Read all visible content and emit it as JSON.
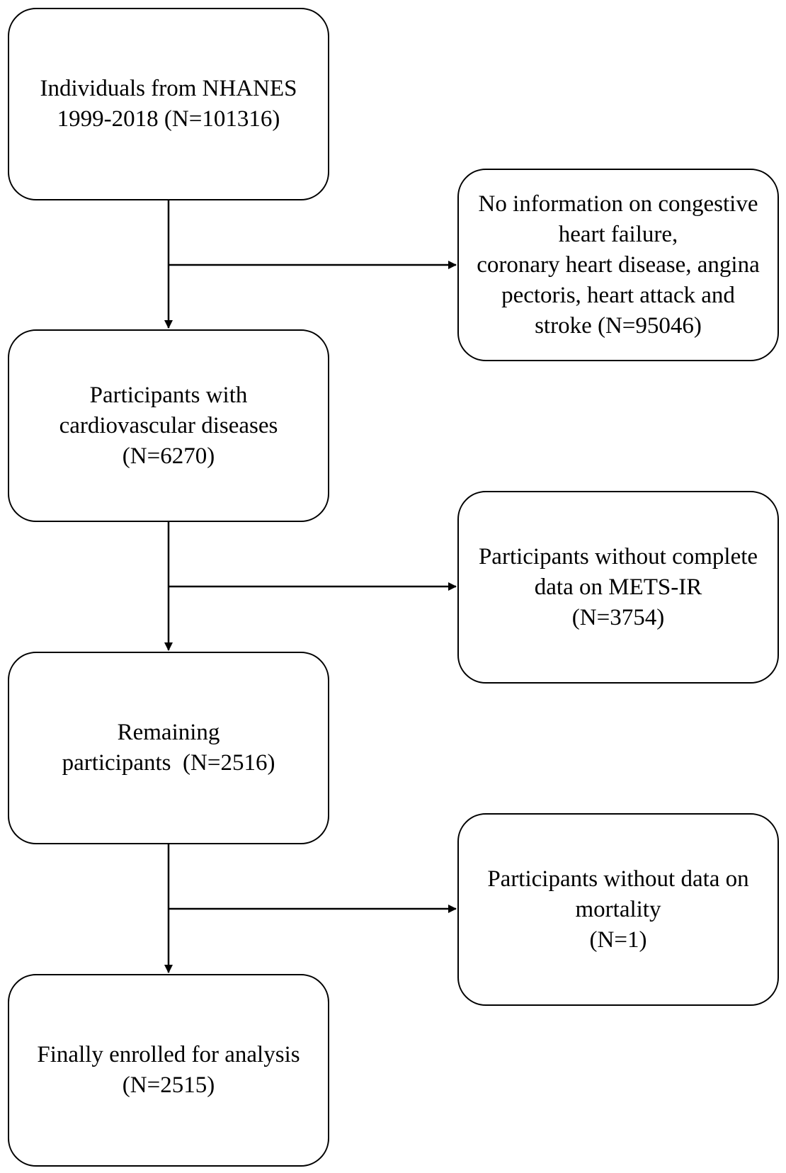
{
  "flow": {
    "steps": [
      {
        "lines": [
          "Individuals from NHANES",
          "1999-2018 (N=101316)"
        ]
      },
      {
        "lines": [
          "Participants with",
          "cardiovascular diseases",
          "(N=6270)"
        ]
      },
      {
        "lines": [
          "Remaining",
          "participants  (N=2516)"
        ]
      },
      {
        "lines": [
          "Finally enrolled for analysis",
          "(N=2515)"
        ]
      }
    ],
    "exclusions": [
      {
        "lines": [
          "No information on congestive",
          "heart failure,",
          "coronary heart disease, angina",
          "pectoris, heart attack and",
          "stroke (N=95046)"
        ]
      },
      {
        "lines": [
          "Participants without complete",
          "data on METS-IR",
          "(N=3754)"
        ]
      },
      {
        "lines": [
          "Participants without data on",
          "mortality",
          "(N=1)"
        ]
      }
    ]
  },
  "colors": {
    "stroke": "#000000",
    "fill": "#ffffff"
  }
}
